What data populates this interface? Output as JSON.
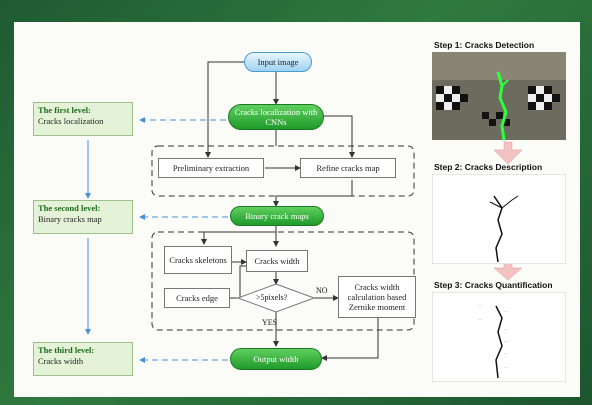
{
  "levels": {
    "first": {
      "title": "The first level:",
      "desc": "Cracks localization"
    },
    "second": {
      "title": "The second level:",
      "desc": "Binary cracks map"
    },
    "third": {
      "title": "The third level:",
      "desc": "Cracks width"
    }
  },
  "nodes": {
    "input": "Input image",
    "cnn": "Cracks localization with CNNs",
    "prelim": "Preliminary extraction",
    "refine": "Refine cracks map",
    "binary": "Binary crack maps",
    "skeleton": "Cracks skeletons",
    "width": "Cracks width",
    "edge": "Cracks edge",
    "decision": ">5pixels?",
    "zernike": "Cracks width calculation based Zernike moment",
    "output": "Output width"
  },
  "labels": {
    "no": "NO",
    "yes": "YES"
  },
  "steps": {
    "step1": "Step 1: Cracks Detection",
    "step2": "Step 2: Cracks Description",
    "step3": "Step 3: Cracks Quantification"
  },
  "colors": {
    "green": "#2aa830",
    "blue_node": "#b8e0f8",
    "level_fill": "#e4f2d8",
    "arrow_blue": "#4a90d9",
    "step_arrow": "#f2b8b8"
  }
}
